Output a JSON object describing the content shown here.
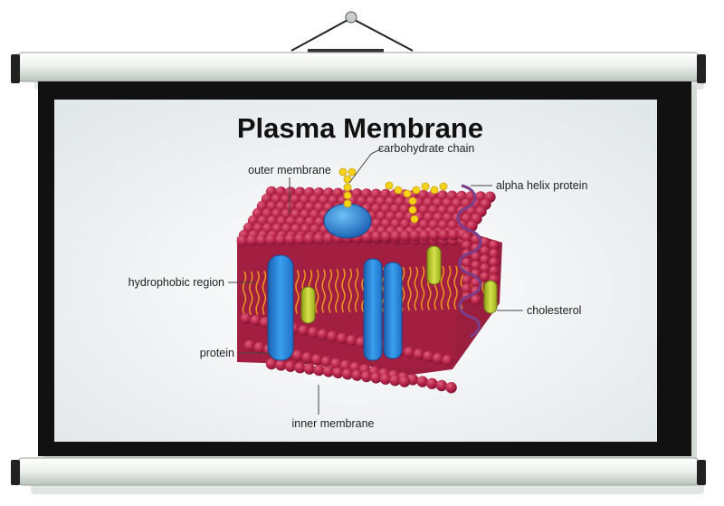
{
  "diagram": {
    "title": "Plasma Membrane",
    "labels": {
      "carbohydrate_chain": "carbohydrate chain",
      "outer_membrane": "outer membrane",
      "alpha_helix_protein": "alpha helix protein",
      "hydrophobic_region": "hydrophobic region",
      "cholesterol": "cholesterol",
      "protein": "protein",
      "inner_membrane": "inner membrane"
    }
  },
  "colors": {
    "phospholipid_head": "#b8254a",
    "head_highlight": "#e0607e",
    "lipid_tail": "#f0a020",
    "protein": "#1e80d6",
    "protein_light": "#6cc0f5",
    "cholesterol": "#b7c92a",
    "carbohydrate": "#f7d21a",
    "alpha_helix": "#7a3f8a",
    "screen_frame": "#111111",
    "screen": "#f2f5f7",
    "roller": "#e4ebe4"
  }
}
